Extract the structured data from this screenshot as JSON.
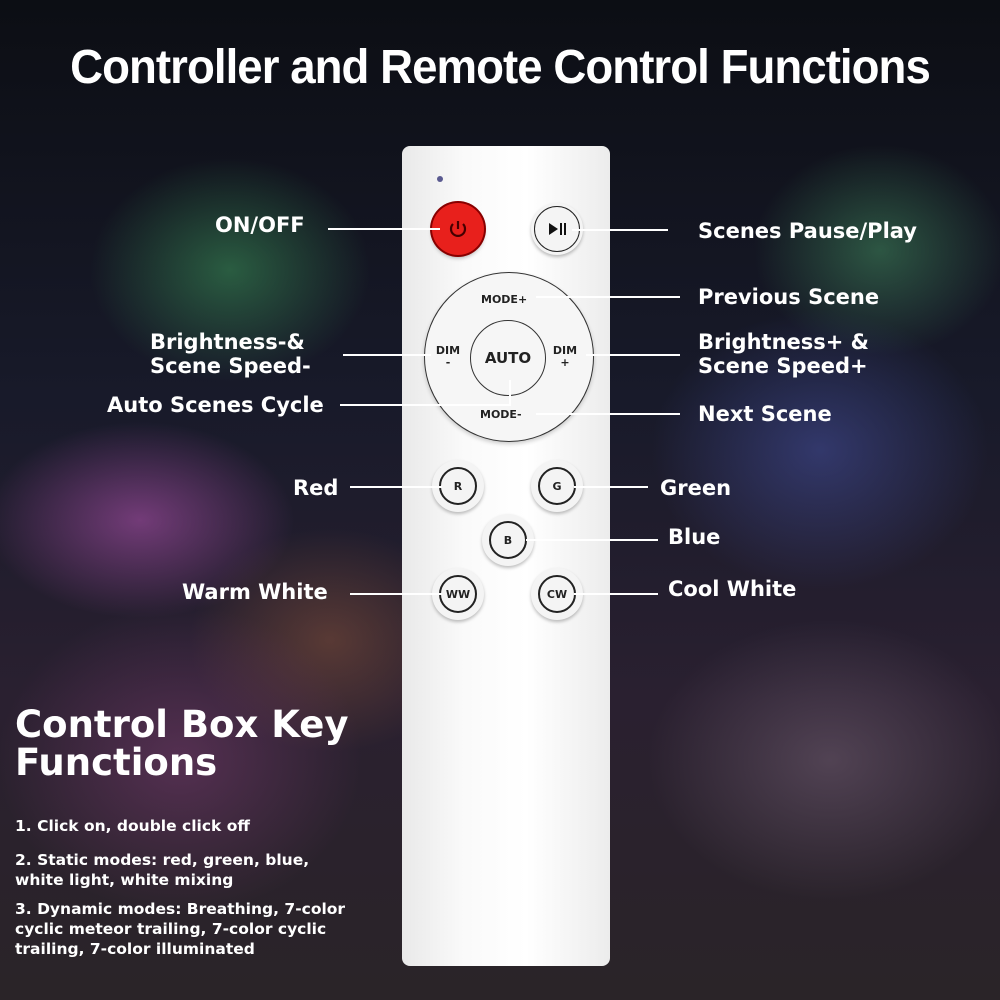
{
  "title": "Controller and Remote Control Functions",
  "remote": {
    "power_icon": "power-icon",
    "play_pause_icon": "play-pause-icon",
    "mode_plus": "MODE+",
    "mode_minus": "MODE-",
    "dim_minus": "DIM",
    "dim_minus_sign": "-",
    "dim_plus": "DIM",
    "dim_plus_sign": "+",
    "auto": "AUTO",
    "r": "R",
    "g": "G",
    "b": "B",
    "ww": "WW",
    "cw": "CW"
  },
  "labels": {
    "on_off": "ON/OFF",
    "scenes_pause_play": "Scenes Pause/Play",
    "previous_scene": "Previous Scene",
    "brightness_minus_1": "Brightness-&",
    "brightness_minus_2": "Scene Speed-",
    "brightness_plus_1": "Brightness+ &",
    "brightness_plus_2": "Scene Speed+",
    "auto_cycle": "Auto Scenes Cycle",
    "next_scene": "Next Scene",
    "red": "Red",
    "green": "Green",
    "blue": "Blue",
    "warm_white": "Warm White",
    "cool_white": "Cool White"
  },
  "control_box": {
    "heading": "Control Box Key Functions",
    "items": [
      "1. Click on, double click off",
      "2. Static modes: red, green, blue, white light, white mixing",
      "3. Dynamic modes: Breathing, 7-color cyclic meteor trailing, 7-color cyclic trailing, 7-color illuminated"
    ]
  },
  "colors": {
    "power": "#e8201c"
  }
}
